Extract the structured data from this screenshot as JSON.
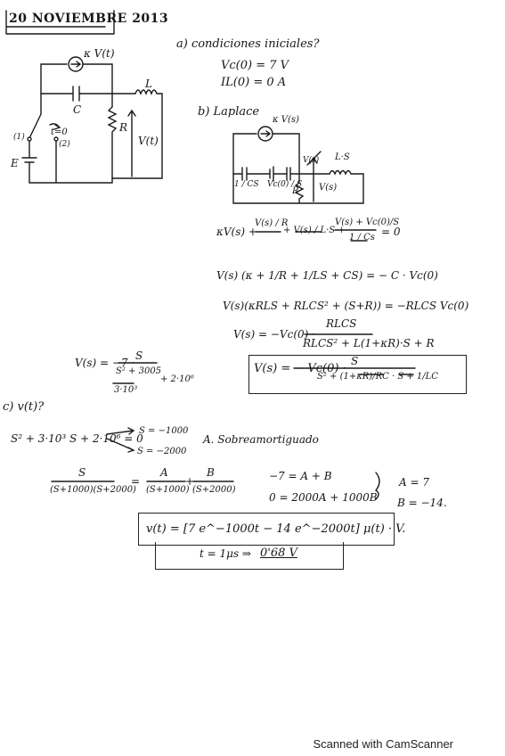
{
  "header": {
    "date": "20 NOVIEMBRE 2013"
  },
  "part_a": {
    "heading": "a) condiciones iniciales?",
    "vc0": "Vc(0) = 7 V",
    "il0": "IL(0) = 0 A"
  },
  "part_b": {
    "heading": "b) Laplace",
    "eq1_lhs": "κV(s) +",
    "eq1_term1": "V(s) / R",
    "eq1_term2": "+ V(s) / L·S +",
    "eq1_term3": "V(s) + Vc(0)/S",
    "eq1_denom": "1 / Cs",
    "eq1_rhs": "= 0",
    "eq2": "V(s) (κ + 1/R + 1/LS + CS) = − C · Vc(0)",
    "eq3": "V(s)(κRLS + RLCS² + (S+R)) = −RLCS Vc(0)",
    "eq4_lhs": "V(s) = −Vc(0) ·",
    "eq4_num": "RLCS",
    "eq4_den": "RLCS² + L(1+κR)·S + R",
    "eq5_lhs": "V(s) = −7 ·",
    "eq5_num": "S",
    "eq5_den_a": "S² + 3005",
    "eq5_den_b": "3·10³",
    "eq5_den_c": "+ 2·10⁶",
    "boxed_lhs": "V(s) = − Vc(0) ·",
    "boxed_num": "S",
    "boxed_den": "S² + (1+κR)/RC · S + 1/LC"
  },
  "part_c": {
    "heading": "c) v(t)?",
    "charpoly": "S² + 3·10³ S + 2·10⁶ = 0",
    "root1": "S = −1000",
    "root2": "S = −2000",
    "regime": "A. Sobreamortiguado",
    "pf_num": "S",
    "pf_den": "(S+1000)(S+2000)",
    "pf_eq": "=",
    "pf_a_num": "A",
    "pf_a_den": "(S+1000)",
    "pf_plus": "+",
    "pf_b_num": "B",
    "pf_b_den": "(S+2000)",
    "sys1": "−7 = A + B",
    "sys2": "0 = 2000A + 1000B",
    "ans_a": "A = 7",
    "ans_b": "B = −14.",
    "result": "v(t) = [7 e^−1000t − 14 e^−2000t] μ(t) · V.",
    "eval": "t = 1μs ⇒",
    "eval_value": "0'68 V"
  },
  "circuit1": {
    "source": "κ V(t)",
    "cap": "C",
    "ind": "L",
    "res": "R",
    "vout": "V(t)",
    "switch": "t=0",
    "pos1": "(1)",
    "pos2": "(2)",
    "battery": "E"
  },
  "circuit2": {
    "source": "κ V(s)",
    "imp_c": "1 / CS",
    "vc0_src": "Vc(0) / S",
    "ind": "L·S",
    "res": "R",
    "vout": "V(s)",
    "vs_top": "V(s)"
  },
  "footer": {
    "scanner": "Scanned with CamScanner"
  }
}
